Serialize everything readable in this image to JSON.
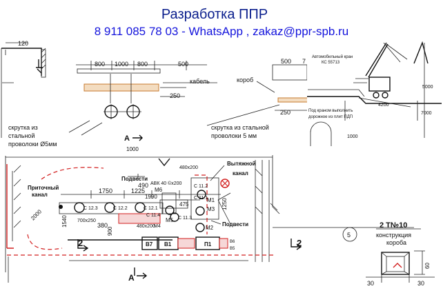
{
  "header": {
    "title": "Разработка ППР",
    "contact": "8 911 085 78 03 - WhatsApp , zakaz@ppr-spb.ru"
  },
  "labels": {
    "wall_dim": "120",
    "dim_800_a": "800",
    "dim_1000": "1000",
    "dim_800_b": "800",
    "dim_500_a": "500",
    "cable": "кабель",
    "dim_250_a": "250",
    "twist1_a": "скрутка из",
    "twist1_b": "стальной",
    "twist1_c": "проволоки Ø5мм",
    "section_a": "А",
    "fragment": "1000",
    "dim_500_b": "500",
    "dim_7": "7",
    "duct": "короб",
    "dim_250_b": "250",
    "twist2_a": "скрутка из стальной",
    "twist2_b": "проволоки 5 мм",
    "crane_note": "Автомобильный кран",
    "crane_model": "КС 55713",
    "dim_5000": "5000",
    "dim_4200": "4200",
    "dim_7000": "7000",
    "crane_note2": "Под краном выполнить",
    "crane_note3": "дорожное из плит ПДП",
    "crane_fragment": "1000",
    "supply_a": "Приточный",
    "supply_b": "канал",
    "dim_2000": "2000",
    "dim_1540": "1540",
    "dim_1750": "1750",
    "dim_1225": "1225",
    "dim_490": "490",
    "c123": "С 12.3",
    "c122": "С 12.2",
    "c121": "С 12.1",
    "duct_700x250": "700х250",
    "dim_380": "380",
    "dim_900": "900",
    "section_2": "2",
    "podvesti": "Подвести",
    "dim_1990": "1990",
    "avk": "АВК 40 ©х200",
    "m6": "М6",
    "m5": "М5",
    "c114": "С 11.4",
    "m4": "М4",
    "duct_480x200": "480х200",
    "c113": "С 11.3",
    "dim_475": "475",
    "c112": "С 11.2",
    "c111": "С 11.1",
    "m1": "М1",
    "m3": "М3",
    "m2": "М2",
    "dim_1250": "1250",
    "exhaust_a": "Вытяжной",
    "exhaust_b": "канал",
    "b7": "В7",
    "b1": "В1",
    "p1": "П1",
    "b6": "В6",
    "b5": "В5",
    "axis_5": "5",
    "section_title": "2 Т№10",
    "construction_a": "конструкция",
    "construction_b": "короба",
    "dim_60": "60",
    "dim_30": "30"
  }
}
